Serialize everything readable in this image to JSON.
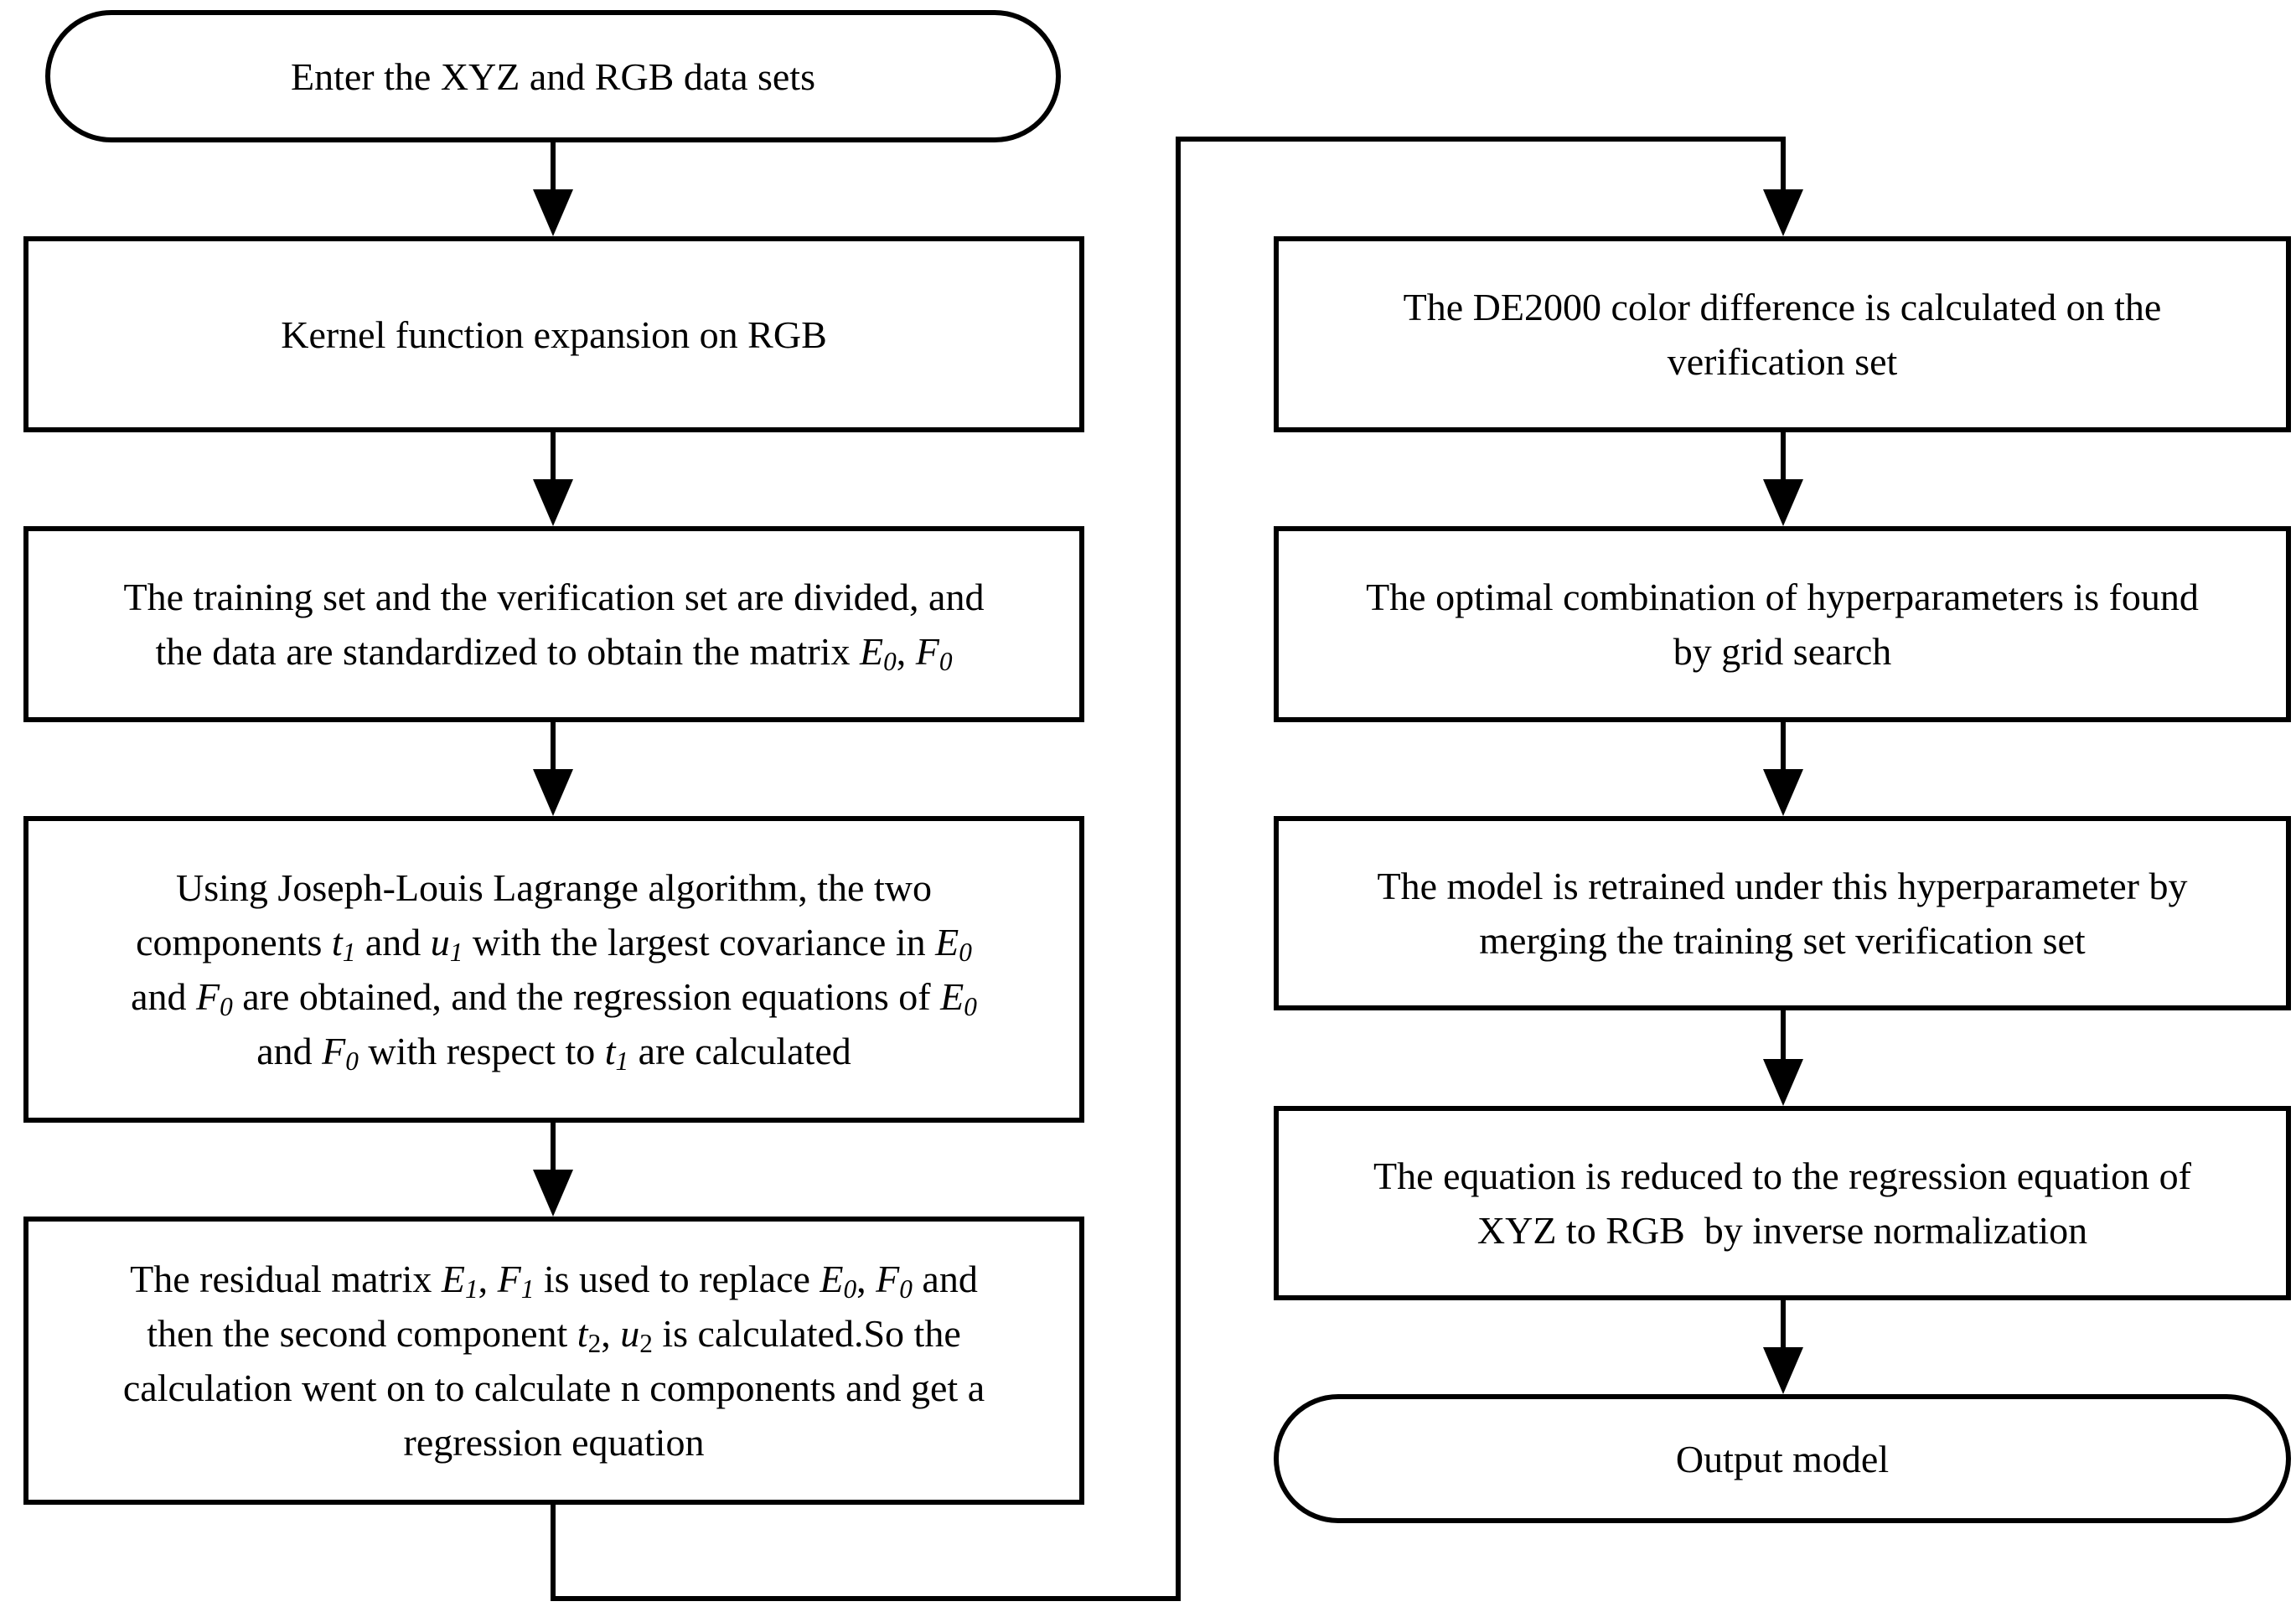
{
  "nodes": {
    "start": {
      "text": "Enter the XYZ and RGB data sets"
    },
    "kernel": {
      "text": "Kernel function expansion on RGB"
    },
    "divide": {
      "line1": "The training set and the verification set are divided, and",
      "line2_pre": "the data are standardized to obtain the matrix ",
      "e0_sym": "E",
      "e0_sub": "0",
      "sep": ", ",
      "f0_sym": "F",
      "f0_sub": "0"
    },
    "lagrange": {
      "l1": "Using Joseph-Louis Lagrange algorithm, the two",
      "l2_a": "components ",
      "t1_sym": "t",
      "t1_sub": "1",
      "l2_b": " and ",
      "u1_sym": "u",
      "u1_sub": "1",
      "l2_c": " with the largest covariance in ",
      "e0_sym": "E",
      "e0_sub": "0",
      "l3_a": "and ",
      "f0_sym": "F",
      "f0_sub": "0",
      "l3_b": " are obtained, and the regression equations of ",
      "e0b_sym": "E",
      "e0b_sub": "0",
      "l4_a": "and ",
      "f0b_sym": "F",
      "f0b_sub": "0",
      "l4_b": " with respect to ",
      "t1b_sym": "t",
      "t1b_sub": "1",
      "l4_c": " are calculated"
    },
    "residual": {
      "l1_a": "The residual matrix ",
      "e1_sym": "E",
      "e1_sub": "1",
      "s1": ", ",
      "f1_sym": "F",
      "f1_sub": "1",
      "l1_b": " is used to replace ",
      "e0_sym": "E",
      "e0_sub": "0",
      "s2": ", ",
      "f0_sym": "F",
      "f0_sub": "0",
      "l1_c": " and",
      "l2_a": "then the second component ",
      "t2_sym": "t",
      "t2_sub": "2",
      "s3": ", ",
      "u2_sym": "u",
      "u2_sub": "2",
      "l2_b": " is calculated.So the",
      "l3": "calculation went on to calculate n components and get a",
      "l4": "regression equation"
    },
    "de2000": {
      "line1": "The DE2000 color difference is calculated on the",
      "line2": "verification set"
    },
    "grid": {
      "line1": "The optimal combination of hyperparameters is found",
      "line2": "by grid search"
    },
    "retrain": {
      "line1": "The model is retrained under this hyperparameter by",
      "line2": "merging the training set verification set"
    },
    "reduce": {
      "line1": "The equation is reduced to the regression equation of",
      "line2": "XYZ to RGB  by inverse normalization"
    },
    "end": {
      "text": "Output model"
    }
  }
}
